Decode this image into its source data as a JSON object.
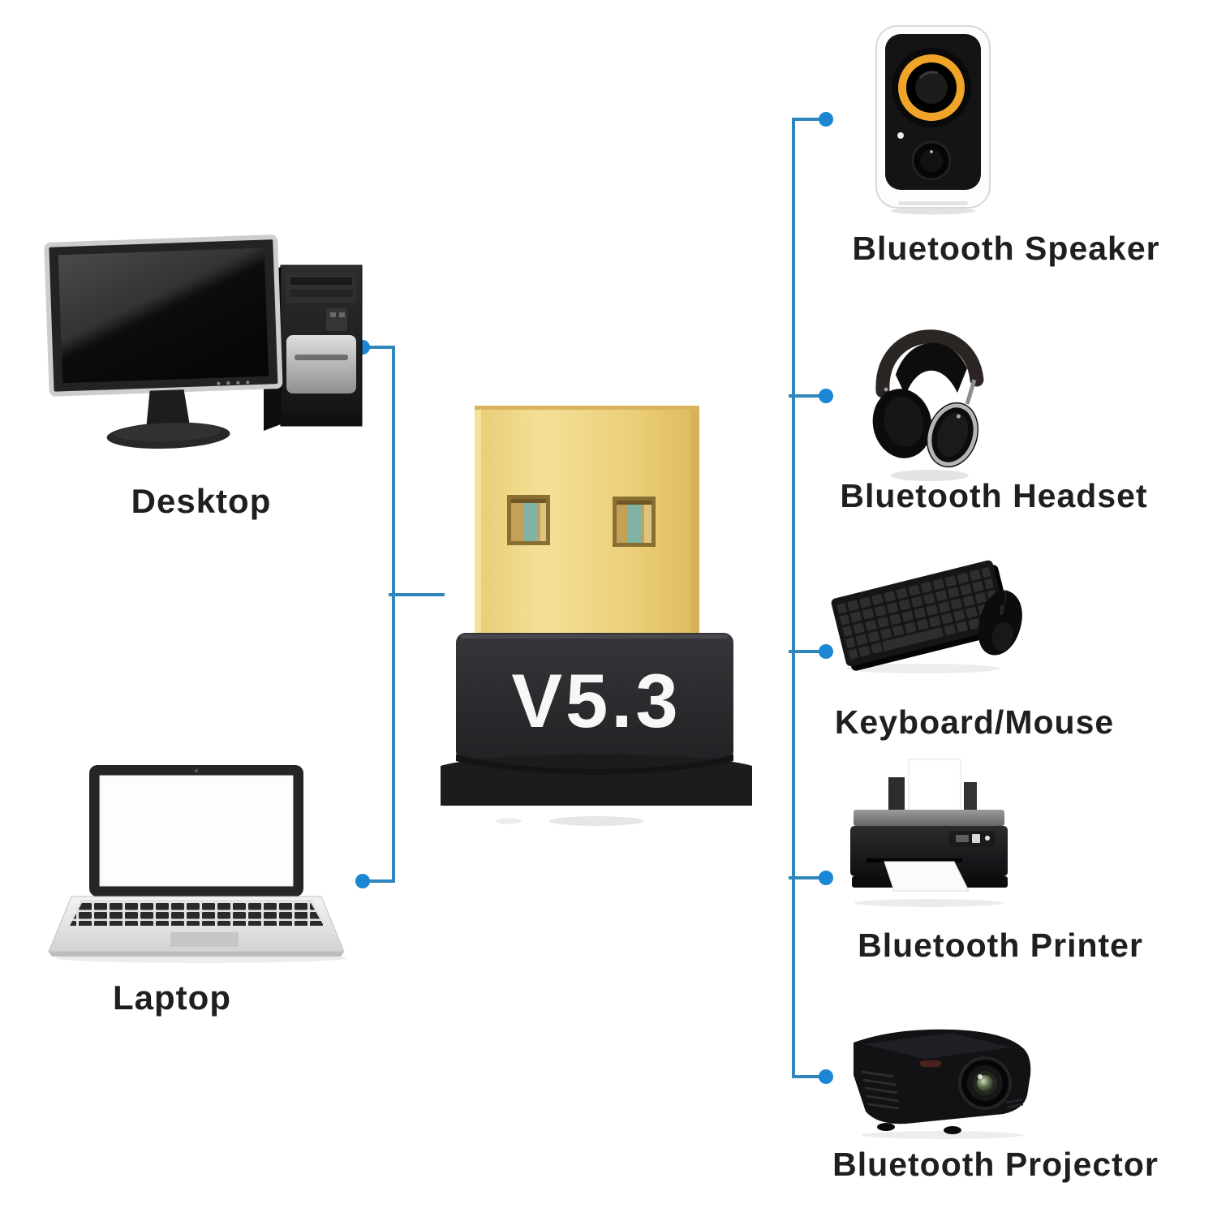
{
  "adapter": {
    "version_label": "V5.3"
  },
  "sources": [
    {
      "label": "Desktop"
    },
    {
      "label": "Laptop"
    }
  ],
  "targets": [
    {
      "label": "Bluetooth Speaker"
    },
    {
      "label": "Bluetooth Headset"
    },
    {
      "label": "Keyboard/Mouse"
    },
    {
      "label": "Bluetooth Printer"
    },
    {
      "label": "Bluetooth Projector"
    }
  ],
  "icons": {
    "center": "usb-bluetooth-adapter-icon",
    "left": [
      "desktop-computer-icon",
      "laptop-icon"
    ],
    "right": [
      "speaker-icon",
      "headset-icon",
      "keyboard-mouse-icon",
      "printer-icon",
      "projector-icon"
    ]
  },
  "colors": {
    "background": "#ffffff",
    "connector_line": "#2f86bb",
    "connector_dot": "#1a86d4",
    "adapter_gold": "#eed27d",
    "adapter_body": "#28282b",
    "speaker_ring": "#f0a428",
    "label_text": "#1f1f1f"
  }
}
